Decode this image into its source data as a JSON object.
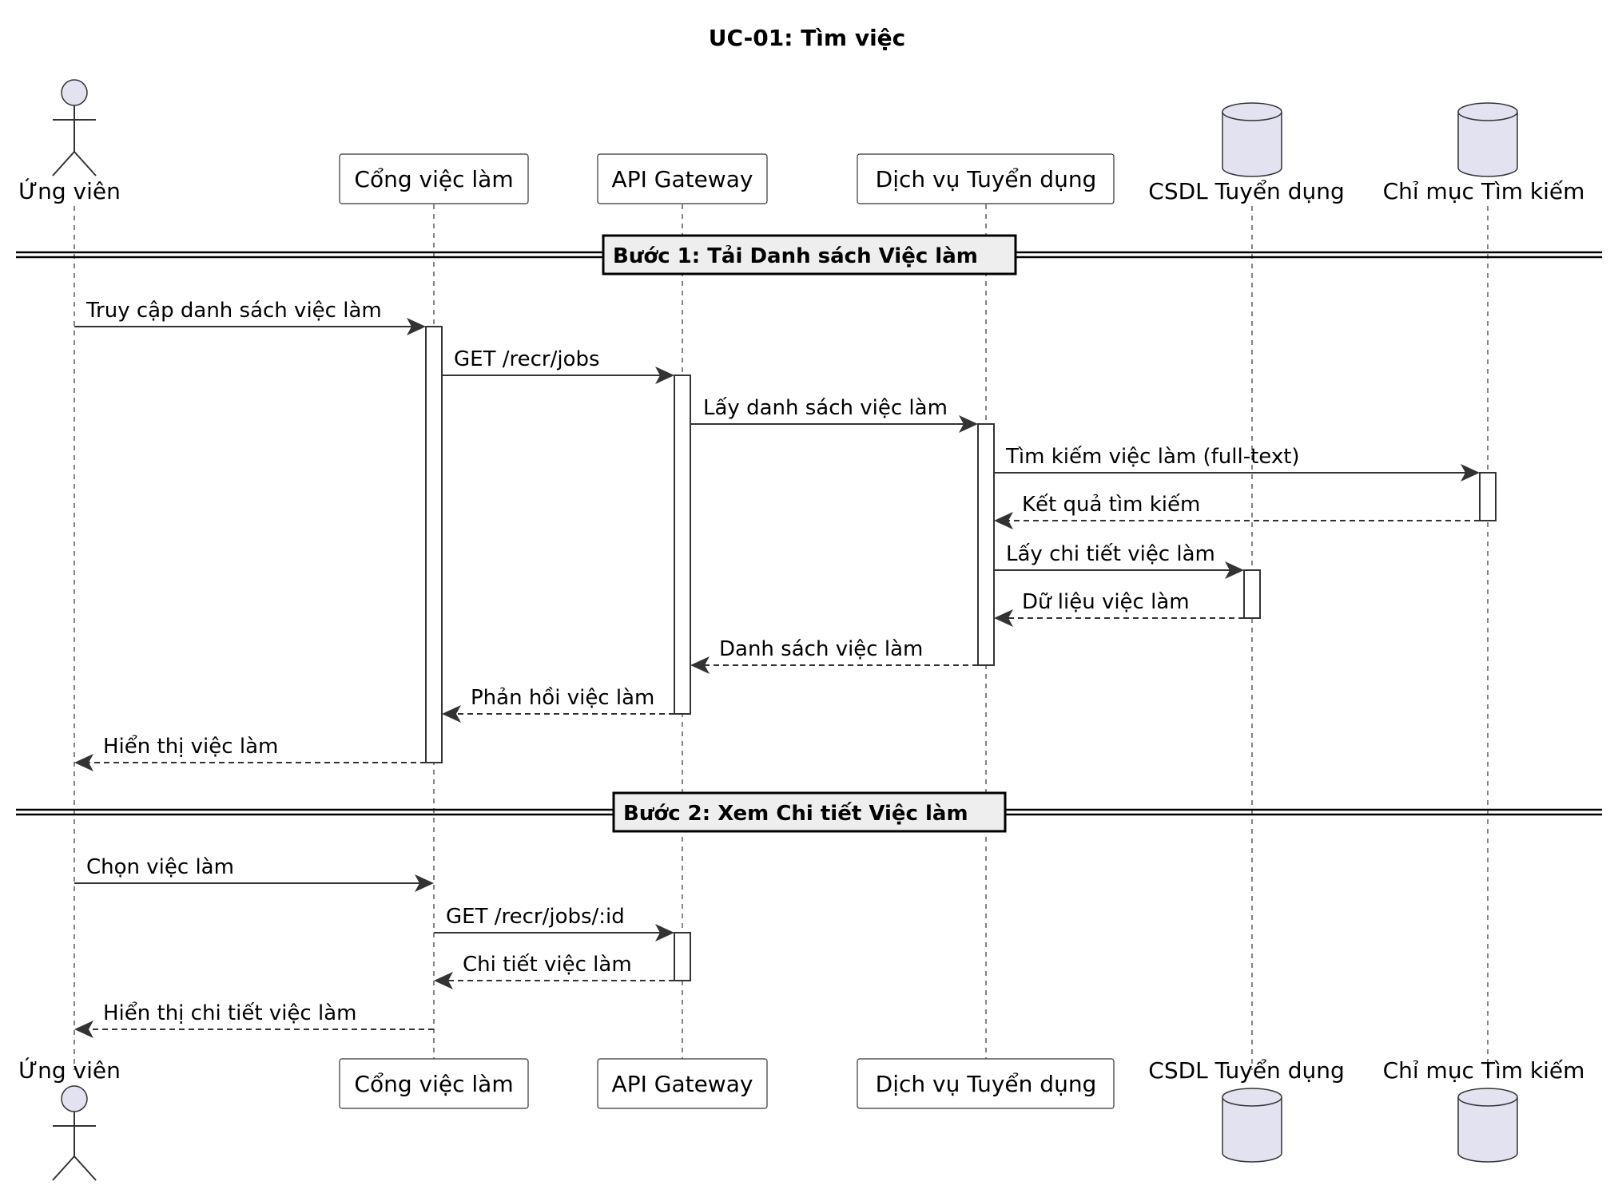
{
  "title": "UC-01: Tìm việc",
  "participants": [
    {
      "id": "candidate",
      "label": "Ứng viên",
      "kind": "actor"
    },
    {
      "id": "portal",
      "label": "Cổng việc làm",
      "kind": "participant"
    },
    {
      "id": "gateway",
      "label": "API Gateway",
      "kind": "participant"
    },
    {
      "id": "recruit",
      "label": "Dịch vụ Tuyển dụng",
      "kind": "participant"
    },
    {
      "id": "db",
      "label": "CSDL Tuyển dụng",
      "kind": "database"
    },
    {
      "id": "index",
      "label": "Chỉ mục Tìm kiếm",
      "kind": "database"
    }
  ],
  "dividers": [
    {
      "label": "Bước 1: Tải Danh sách Việc làm"
    },
    {
      "label": "Bước 2: Xem Chi tiết Việc làm"
    }
  ],
  "messages": [
    {
      "from": "candidate",
      "to": "portal",
      "label": "Truy cập danh sách việc làm",
      "style": "solid"
    },
    {
      "from": "portal",
      "to": "gateway",
      "label": "GET /recr/jobs",
      "style": "solid"
    },
    {
      "from": "gateway",
      "to": "recruit",
      "label": "Lấy danh sách việc làm",
      "style": "solid"
    },
    {
      "from": "recruit",
      "to": "index",
      "label": "Tìm kiếm việc làm (full-text)",
      "style": "solid"
    },
    {
      "from": "index",
      "to": "recruit",
      "label": "Kết quả tìm kiếm",
      "style": "dashed"
    },
    {
      "from": "recruit",
      "to": "db",
      "label": "Lấy chi tiết việc làm",
      "style": "solid"
    },
    {
      "from": "db",
      "to": "recruit",
      "label": "Dữ liệu việc làm",
      "style": "dashed"
    },
    {
      "from": "recruit",
      "to": "gateway",
      "label": "Danh sách việc làm",
      "style": "dashed"
    },
    {
      "from": "gateway",
      "to": "portal",
      "label": "Phản hồi việc làm",
      "style": "dashed"
    },
    {
      "from": "portal",
      "to": "candidate",
      "label": "Hiển thị việc làm",
      "style": "dashed"
    },
    {
      "from": "candidate",
      "to": "portal",
      "label": "Chọn việc làm",
      "style": "solid"
    },
    {
      "from": "portal",
      "to": "gateway",
      "label": "GET /recr/jobs/:id",
      "style": "solid"
    },
    {
      "from": "gateway",
      "to": "portal",
      "label": "Chi tiết việc làm",
      "style": "dashed"
    },
    {
      "from": "portal",
      "to": "candidate",
      "label": "Hiển thị chi tiết việc làm",
      "style": "dashed"
    }
  ]
}
